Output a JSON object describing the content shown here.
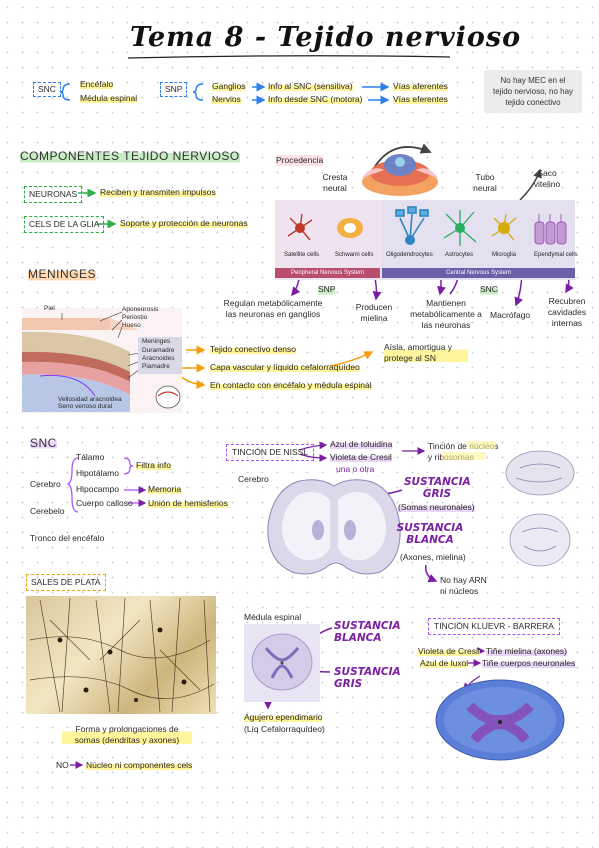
{
  "title": "Tema 8 - Tejido nervioso",
  "snc_snp": {
    "snc_label": "SNC",
    "snc_items": [
      "Encéfalo",
      "Médula espinal"
    ],
    "snp_label": "SNP",
    "snp_items": [
      "Ganglios",
      "Nervios"
    ],
    "snp_info": [
      "Info al SNC (sensitiva)",
      "Info desde SNC (motora)"
    ],
    "vias": [
      "Vías aferentes",
      "Vías eferentes"
    ]
  },
  "note": "No hay MEC en el tejido nervioso, no hay tejido conectivo",
  "componentes": {
    "heading": "COMPONENTES TEJIDO NERVIOSO",
    "neuronas_label": "NEURONAS",
    "neuronas_desc": "Reciben y transmiten impulsos",
    "glia_label": "CELS DE LA GLIA",
    "glia_desc": "Soporte y protección de neuronas",
    "procedencia": "Procedencia",
    "cresta_neural": "Cresta neural",
    "tubo_neural": "Tubo neural",
    "saco_vitelino": "Saco vitelino",
    "figure": {
      "cells": [
        "Satellite cells",
        "Schwann cells",
        "Oligodendrocytes",
        "Astrocytes",
        "Microglia",
        "Ependymal cells"
      ],
      "pns_bar": "Peripheral Nervous System",
      "cns_bar": "Central Nervous System"
    },
    "snp_tag": "SNP",
    "snc_tag": "SNC",
    "regulan": "Regulan metabólicamente las neuronas en ganglios",
    "producen": "Producen mielina",
    "mantienen": "Mantienen metabólicamente a las neuronas",
    "macrofago": "Macrófago",
    "recubren": "Recubren cavidades internas"
  },
  "meninges": {
    "heading": "MENINGES",
    "figure": {
      "piel": "Piel",
      "aponeurosis": "Aponeurosis",
      "periostio": "Periostio",
      "hueso": "Hueso",
      "meninges": "Meninges",
      "duramadre": "Duramadre",
      "aracnoides": "Aracnoides",
      "piamadre": "Piamadre",
      "vellosidad": "Vellosidad aracnoidea",
      "seno": "Seno venoso dural"
    },
    "dura_desc": "Tejido conectivo denso",
    "arac_desc": "Capa vascular y líquido cefalorraquídeo",
    "pia_desc": "En contacto con encéfalo y médula espinal",
    "aisla": "Aísla, amortigua y protege al SN"
  },
  "snc_section": {
    "heading": "SNC",
    "cerebro": "Cerebro",
    "items": [
      "Tálamo",
      "Hipotálamo",
      "Hipocampo",
      "Cuerpo calloso"
    ],
    "filtra": "Filtra info",
    "memoria": "Memoria",
    "union": "Unión de hemisferios",
    "cerebelo": "Cerebelo",
    "tronco": "Tronco del encéfalo"
  },
  "nissl": {
    "label": "TINCIÓN DE NISSL",
    "azul": "Azul de toluidina",
    "violeta": "Violeta de Cresil",
    "una_otra": "una o otra",
    "tincion": "Tinción de núcleos y ribosomas",
    "cerebro_label": "Cerebro",
    "gris": "SUSTANCIA GRIS",
    "gris_sub": "(Somas neuronales)",
    "blanca": "SUSTANCIA BLANCA",
    "blanca_sub": "(Axones, mielina)",
    "no_arn": "No hay ARN ni núcleos"
  },
  "plata": {
    "label": "SALES DE PLATA",
    "forma": "Forma y prolongaciones de somas (dendritas y axones)",
    "no": "NO",
    "nucleo": "Núcleo ni componentes cels"
  },
  "medula": {
    "label": "Médula espinal",
    "blanca": "SUSTANCIA BLANCA",
    "gris": "SUSTANCIA GRIS",
    "agujero": "Agujero ependimario",
    "liq": "(Líq Cefalorraquídeo)"
  },
  "kluver": {
    "label": "TINCIÓN KLUEVR - BARRERA",
    "violeta": "Violeta de Cresil",
    "violeta_desc": "Tiñe mielina (axones)",
    "azul": "Azul de luxol",
    "azul_desc": "Tiñe cuerpos neuronales"
  },
  "colors": {
    "blue_arrow": "#2f80ed",
    "green_arrow": "#2fae49",
    "purple": "#7b1fa2",
    "orange": "#f59e0b"
  }
}
